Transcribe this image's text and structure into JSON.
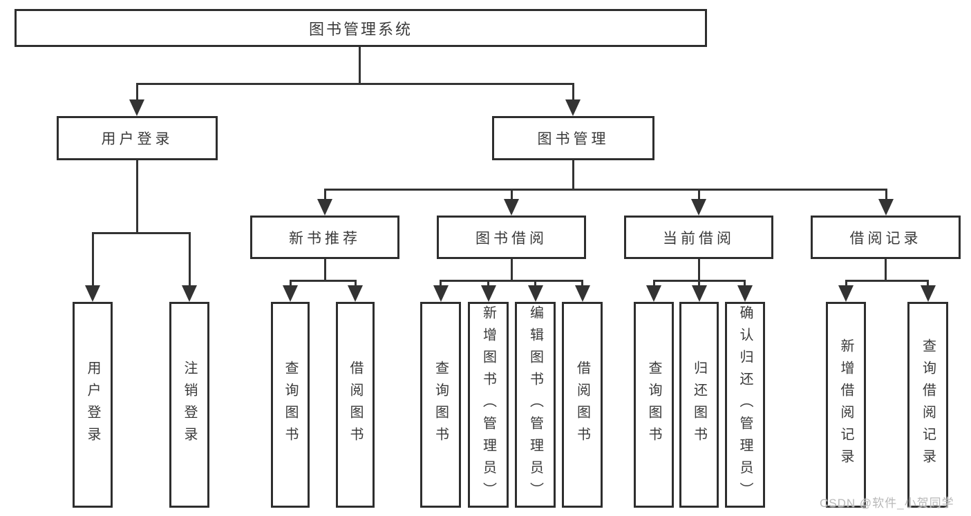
{
  "diagram_title": "图书管理系统",
  "tree": {
    "root": {
      "label": "图书管理系统"
    },
    "branches": [
      {
        "label": "用户登录",
        "children": [
          {
            "label": "用户登录"
          },
          {
            "label": "注销登录"
          }
        ]
      },
      {
        "label": "图书管理",
        "children": [
          {
            "label": "新书推荐",
            "children": [
              {
                "label": "查询图书"
              },
              {
                "label": "借阅图书"
              }
            ]
          },
          {
            "label": "图书借阅",
            "children": [
              {
                "label": "查询图书"
              },
              {
                "label": "新增图书（管理员）"
              },
              {
                "label": "编辑图书（管理员）"
              },
              {
                "label": "借阅图书"
              }
            ]
          },
          {
            "label": "当前借阅",
            "children": [
              {
                "label": "查询图书"
              },
              {
                "label": "归还图书"
              },
              {
                "label": "确认归还（管理员）"
              }
            ]
          },
          {
            "label": "借阅记录",
            "children": [
              {
                "label": "新增借阅记录"
              },
              {
                "label": "查询借阅记录"
              }
            ]
          }
        ]
      }
    ]
  },
  "watermark": {
    "text": "CSDN @软件_小贺同学"
  },
  "colors": {
    "line": "#333333",
    "box_border": "#2e2e2e",
    "text": "#3a3a3a",
    "background": "#ffffff",
    "watermark": "#b8b8b8"
  }
}
